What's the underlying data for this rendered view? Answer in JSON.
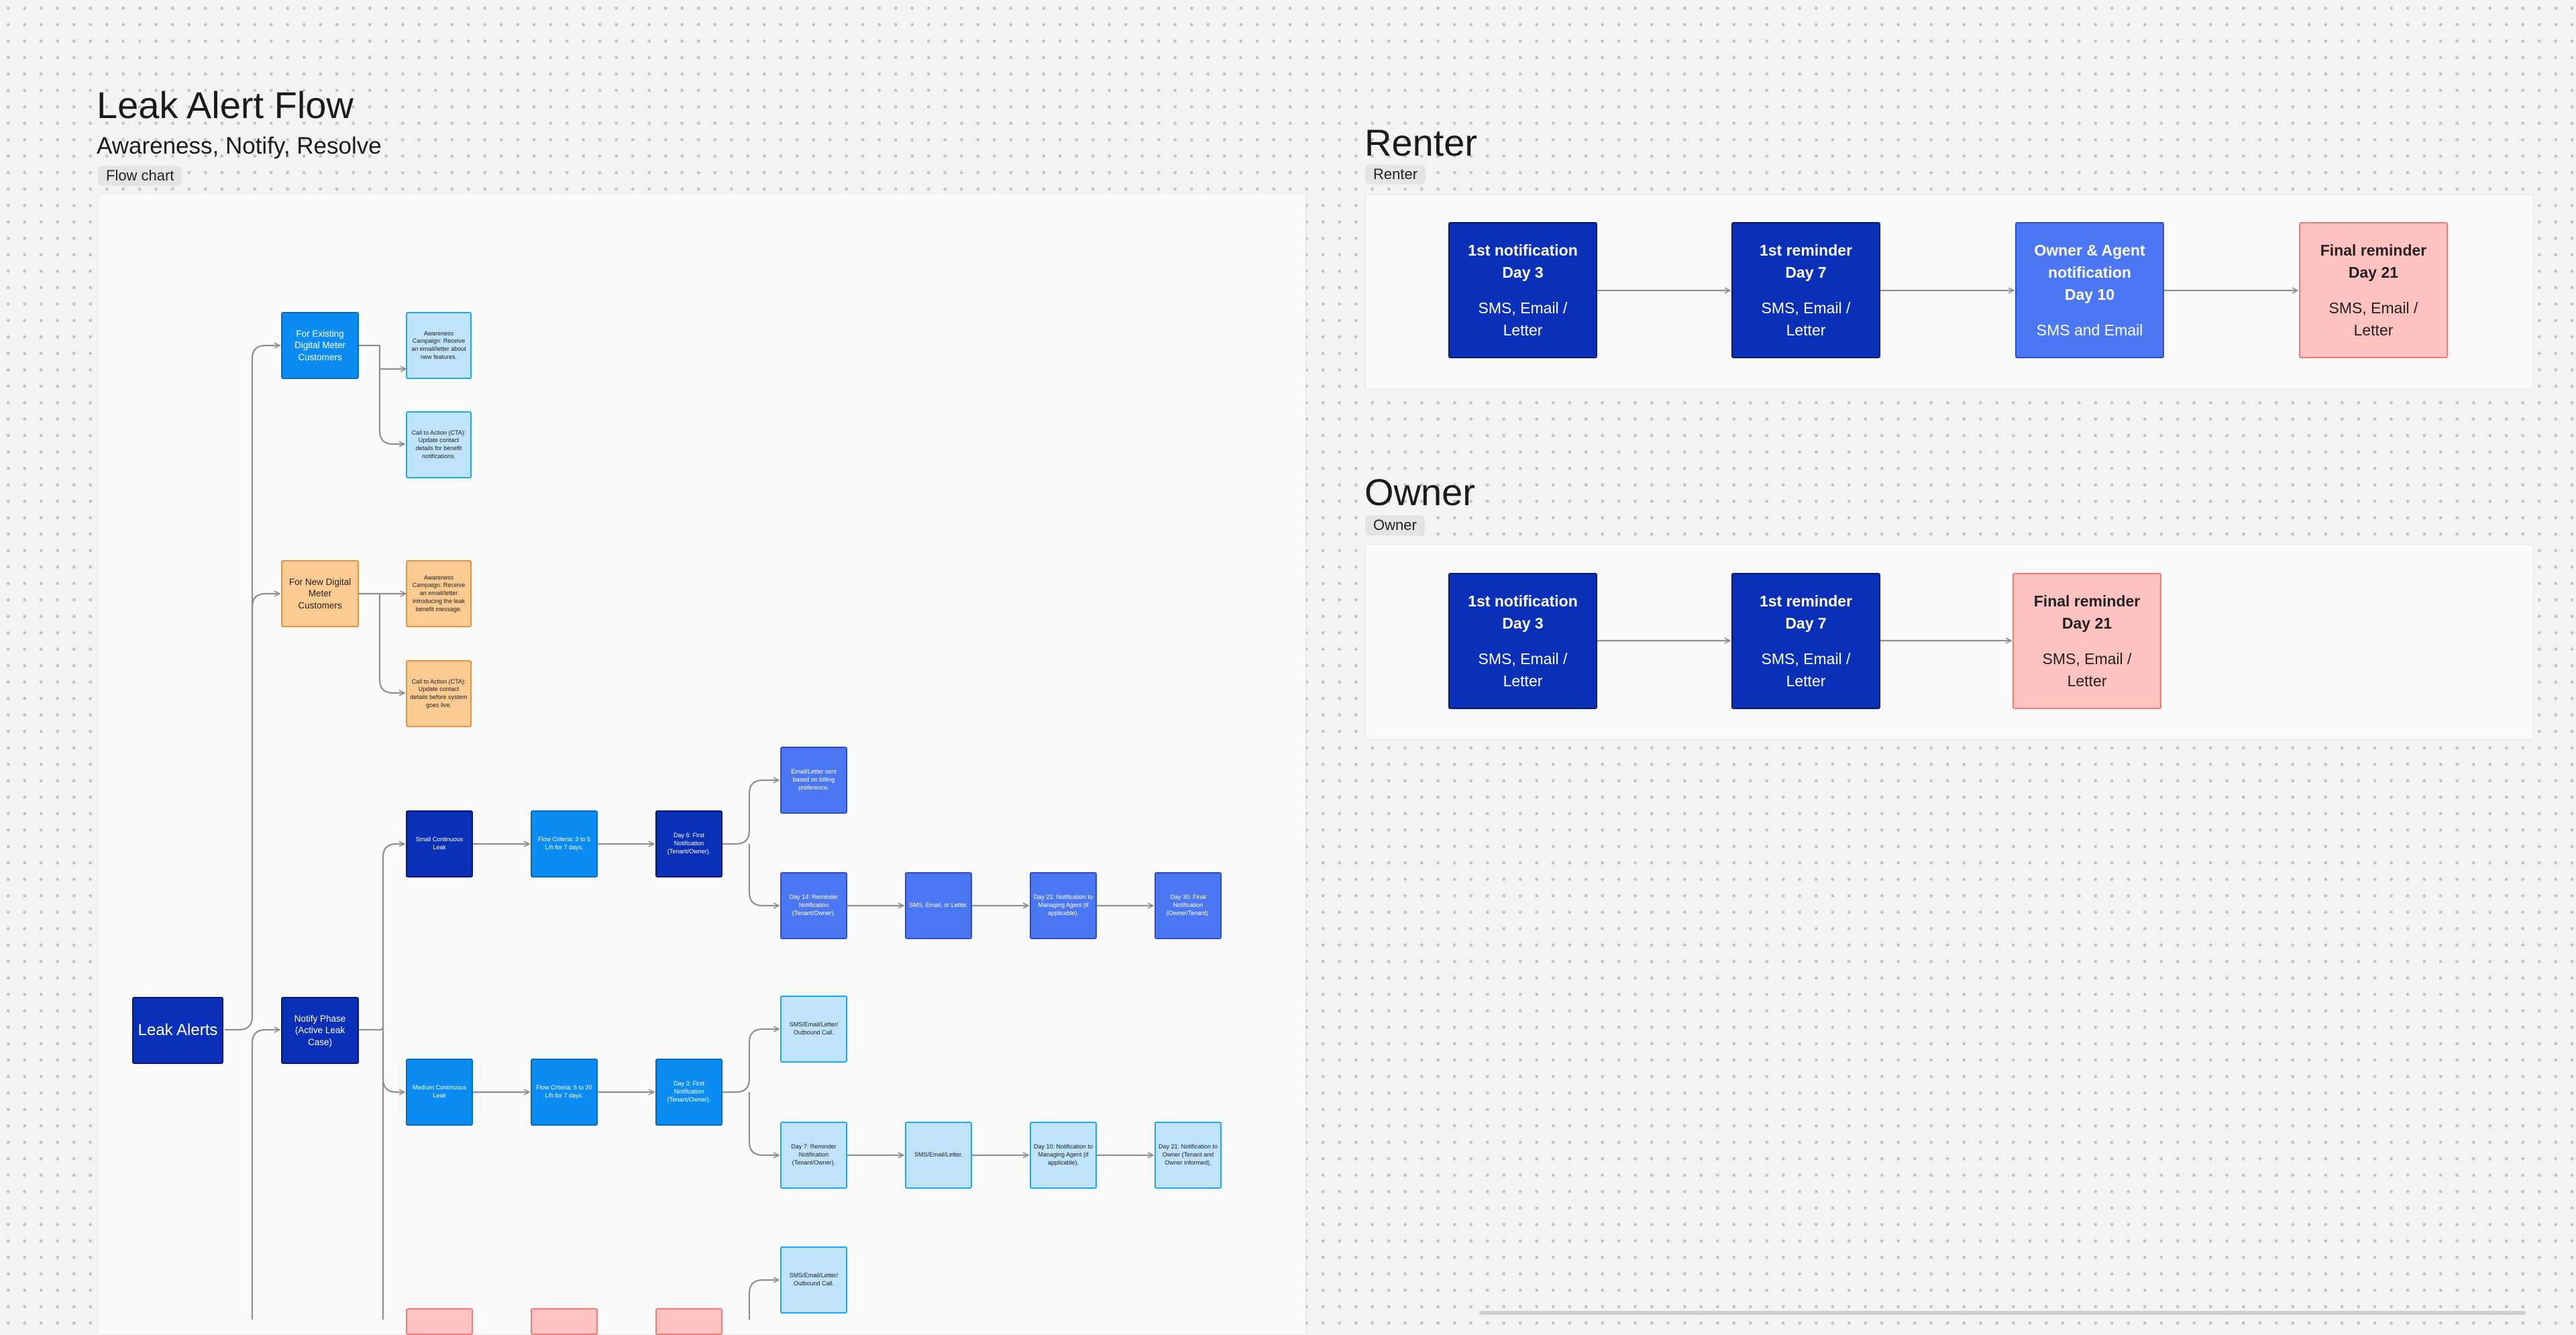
{
  "main": {
    "title": "Leak Alert Flow",
    "subtitle": "Awareness, Notify, Resolve",
    "tag": "Flow chart",
    "nodes": {
      "leak_alerts": "Leak Alerts",
      "existing": "For Existing Digital Meter Customers",
      "existing_awareness": "Awareness Campaign: Receive an email/letter about new features.",
      "existing_cta": "Call to Action (CTA): Update contact details for benefit notifications.",
      "new": "For New Digital Meter Customers",
      "new_awareness": "Awareness Campaign: Receive an email/letter introducing the leak benefit message.",
      "new_cta": "Call to Action (CTA): Update contact details before system goes live.",
      "notify": "Notify Phase (Active Leak Case)",
      "small_leak": "Small Continuous Leak",
      "small_flow": "Flow Criteria: 3 to 5 L/h for 7 days.",
      "small_day6": "Day 6: First Notification (Tenant/Owner).",
      "small_email": "Email/Letter sent based on billing preference.",
      "small_day14": "Day 14: Reminder Notification (Tenant/Owner).",
      "small_sms": "SMS, Email, or Letter.",
      "small_day21": "Day 21: Notification to Managing Agent (if applicable).",
      "small_day30": "Day 30: Final Notification (Owner/Tenant).",
      "medium_leak": "Medium Continuous Leak",
      "medium_flow": "Flow Criteria: 5 to 20 L/h for 7 days.",
      "medium_day3": "Day 3: First Notification (Tenant/Owner).",
      "medium_sms_call": "SMS/Email/Letter/ Outbound Call.",
      "medium_day7": "Day 7: Reminder Notification (Tenant/Owner).",
      "medium_sms": "SMS/Email/Letter.",
      "medium_day10": "Day 10: Notification to Managing Agent (if applicable).",
      "medium_day21": "Day 21: Notification to Owner (Tenant and Owner informed).",
      "large_sms_call": "SMS/Email/Letter/ Outbound Call."
    }
  },
  "renter": {
    "title": "Renter",
    "tag": "Renter",
    "cards": [
      {
        "heading": "1st notification\nDay 3",
        "body": "SMS, Email /\nLetter"
      },
      {
        "heading": "1st reminder\nDay 7",
        "body": "SMS, Email /\nLetter"
      },
      {
        "heading": "Owner & Agent\nnotification\nDay 10",
        "body": "SMS and Email"
      },
      {
        "heading": "Final reminder\nDay 21",
        "body": "SMS, Email /\nLetter"
      }
    ]
  },
  "owner": {
    "title": "Owner",
    "tag": "Owner",
    "cards": [
      {
        "heading": "1st notification\nDay 3",
        "body": "SMS, Email /\nLetter"
      },
      {
        "heading": "1st reminder\nDay 7",
        "body": "SMS, Email /\nLetter"
      },
      {
        "heading": "Final reminder\nDay 21",
        "body": "SMS, Email /\nLetter"
      }
    ]
  },
  "colors": {
    "dark_blue": "#0a2fb9",
    "azure": "#0a8cf2",
    "mid_blue": "#4b77f5",
    "light_blue": "#bfe3fb",
    "orange": "#fccb92",
    "pink": "#fec3c0",
    "connector": "#8f8f8f"
  }
}
